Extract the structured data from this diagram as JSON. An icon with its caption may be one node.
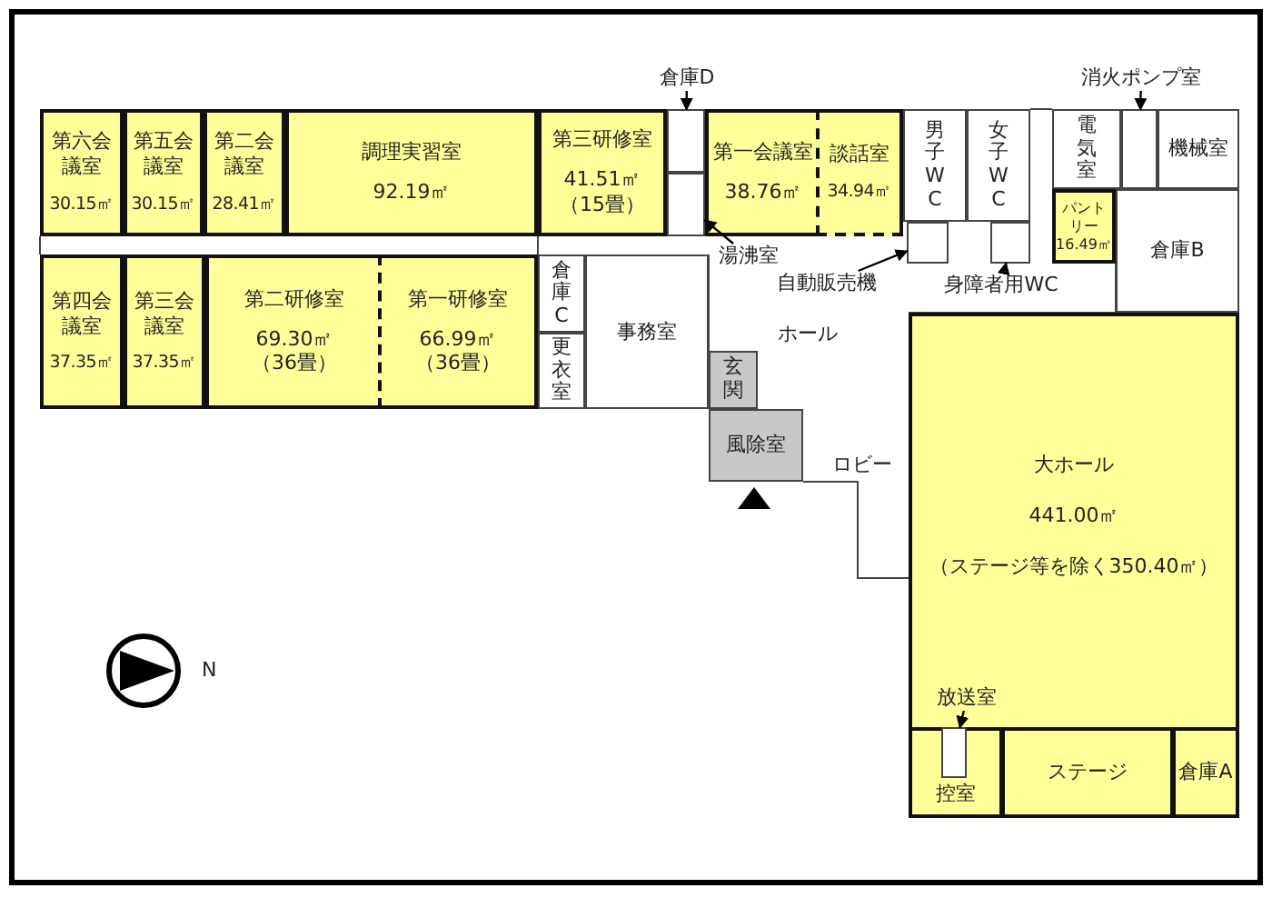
{
  "diagram": {
    "nodes": [
      {
        "text": [
          "第六会議室",
          "30.15㎡"
        ]
      },
      {
        "text": [
          "第五会議室",
          "30.15㎡"
        ]
      },
      {
        "text": [
          "第二会議室",
          "28.41㎡"
        ]
      },
      {
        "text": [
          "調理実習室",
          "92.19㎡"
        ]
      },
      {
        "text": [
          "第三研修室",
          "41.51㎡",
          "（15畳）"
        ]
      },
      {
        "text": [],
        "shape": "box"
      },
      {
        "text": [],
        "shape": "box"
      },
      {
        "text": [
          "第一会議室",
          "38.76㎡"
        ]
      },
      {
        "text": [
          "談話室",
          "34.94㎡"
        ]
      },
      {
        "text": [
          "男子WC"
        ]
      },
      {
        "text": [
          "女子WC"
        ]
      },
      {
        "text": [],
        "shape": "box"
      },
      {
        "text": [],
        "shape": "box"
      },
      {
        "text": [
          "電気室"
        ]
      },
      {
        "text": [],
        "shape": "box"
      },
      {
        "text": [
          "機械室"
        ]
      },
      {
        "text": [
          "パントリー",
          "16.49㎡"
        ]
      },
      {
        "text": [
          "倉庫B"
        ]
      },
      {
        "text": [
          "第四会議室",
          "37.35㎡"
        ]
      },
      {
        "text": [
          "第三会議室",
          "37.35㎡"
        ]
      },
      {
        "text": [
          "第二研修室",
          "69.30㎡",
          "（36畳）"
        ]
      },
      {
        "text": [
          "第一研修室",
          "66.99㎡",
          "（36畳）"
        ]
      },
      {
        "text": [
          "倉庫C"
        ]
      },
      {
        "text": [
          "更衣室"
        ]
      },
      {
        "text": [
          "事務室"
        ]
      },
      {
        "text": [
          "玄関"
        ]
      },
      {
        "text": [
          "風除室"
        ]
      },
      {
        "text": [
          "大ホール",
          "441.00㎡",
          "（ステージ等を除く350.40㎡）"
        ]
      },
      {
        "text": [
          "控室"
        ],
        "in": 27
      },
      {
        "text": [],
        "shape": "box",
        "in": 28
      },
      {
        "text": [
          "ステージ"
        ],
        "in": 27
      },
      {
        "text": [
          "倉庫A"
        ],
        "in": 27
      },
      {
        "text": [
          "倉庫D"
        ]
      },
      {
        "text": [
          "湯沸室"
        ]
      },
      {
        "text": [
          "自動販売機"
        ]
      },
      {
        "text": [
          "身障者用WC"
        ]
      },
      {
        "text": [
          "消火ポンプ室"
        ]
      },
      {
        "text": [
          "放送室"
        ],
        "in": 27
      }
    ],
    "edges": [
      {
        "from": 32,
        "to": 5,
        "arrow": "to"
      },
      {
        "from": 33,
        "to": 6,
        "arrow": "to"
      },
      {
        "from": 34,
        "to": 11,
        "arrow": "to"
      },
      {
        "from": 35,
        "to": 12,
        "arrow": "to"
      },
      {
        "from": 36,
        "to": 14,
        "arrow": "to"
      },
      {
        "from": 37,
        "to": 29,
        "arrow": "to"
      }
    ],
    "labels": [
      "ホール",
      "ロビー",
      "N"
    ]
  }
}
